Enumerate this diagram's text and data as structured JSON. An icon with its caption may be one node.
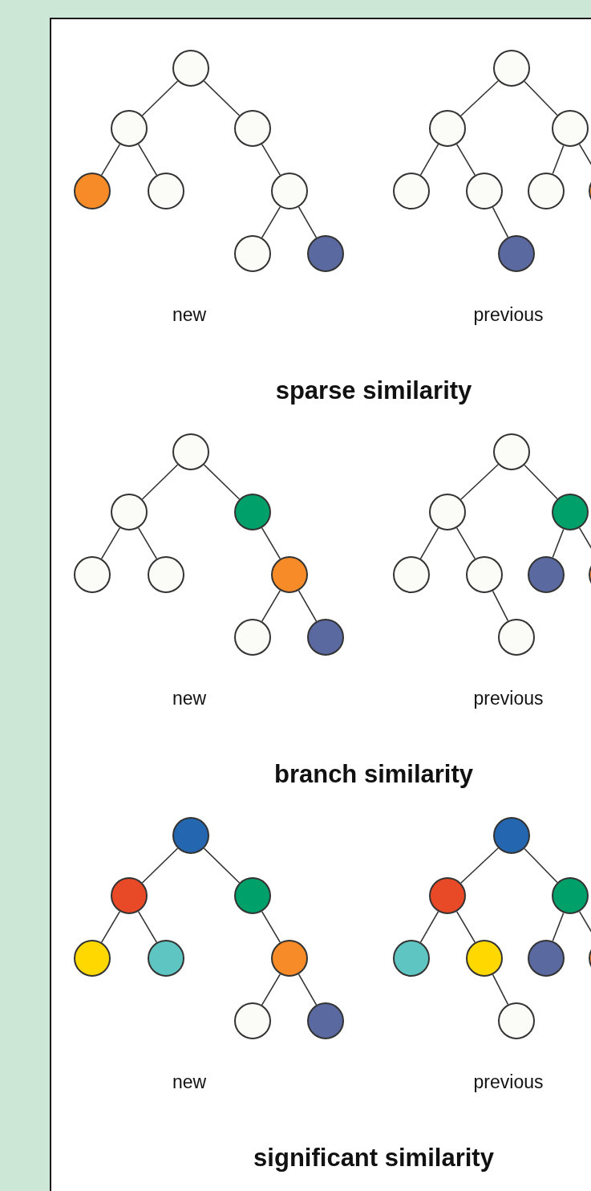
{
  "diagram": {
    "nodes": [
      {
        "text": [],
        "shape": "circle"
      },
      {
        "text": [],
        "shape": "circle"
      },
      {
        "text": [],
        "shape": "circle"
      },
      {
        "text": [],
        "shape": "circle"
      },
      {
        "text": [],
        "shape": "circle"
      },
      {
        "text": [],
        "shape": "circle"
      },
      {
        "text": [],
        "shape": "circle"
      },
      {
        "text": [],
        "shape": "circle"
      },
      {
        "text": [],
        "shape": "circle"
      },
      {
        "text": [],
        "shape": "circle"
      },
      {
        "text": [],
        "shape": "circle"
      },
      {
        "text": [],
        "shape": "circle"
      },
      {
        "text": [],
        "shape": "circle"
      },
      {
        "text": [],
        "shape": "circle"
      },
      {
        "text": [],
        "shape": "circle"
      },
      {
        "text": [],
        "shape": "circle"
      },
      {
        "text": [],
        "shape": "circle"
      },
      {
        "text": [],
        "shape": "circle"
      },
      {
        "text": [],
        "shape": "circle"
      },
      {
        "text": [],
        "shape": "circle"
      },
      {
        "text": [],
        "shape": "circle"
      },
      {
        "text": [],
        "shape": "circle"
      },
      {
        "text": [],
        "shape": "circle"
      },
      {
        "text": [],
        "shape": "circle"
      },
      {
        "text": [],
        "shape": "circle"
      },
      {
        "text": [],
        "shape": "circle"
      },
      {
        "text": [],
        "shape": "circle"
      },
      {
        "text": [],
        "shape": "circle"
      },
      {
        "text": [],
        "shape": "circle"
      },
      {
        "text": [],
        "shape": "circle"
      },
      {
        "text": [],
        "shape": "circle"
      },
      {
        "text": [],
        "shape": "circle"
      },
      {
        "text": [],
        "shape": "circle"
      },
      {
        "text": [],
        "shape": "circle"
      },
      {
        "text": [],
        "shape": "circle"
      },
      {
        "text": [],
        "shape": "circle"
      },
      {
        "text": [],
        "shape": "circle"
      },
      {
        "text": [],
        "shape": "circle"
      },
      {
        "text": [],
        "shape": "circle"
      },
      {
        "text": [],
        "shape": "circle"
      },
      {
        "text": [],
        "shape": "circle"
      },
      {
        "text": [],
        "shape": "circle"
      },
      {
        "text": [],
        "shape": "circle"
      },
      {
        "text": [],
        "shape": "circle"
      },
      {
        "text": [],
        "shape": "circle"
      },
      {
        "text": [],
        "shape": "circle"
      },
      {
        "text": [],
        "shape": "circle"
      },
      {
        "text": [],
        "shape": "circle"
      }
    ],
    "edges": [
      {
        "from": 0,
        "to": 1,
        "arrow": "none"
      },
      {
        "from": 0,
        "to": 2,
        "arrow": "none"
      },
      {
        "from": 1,
        "to": 3,
        "arrow": "none"
      },
      {
        "from": 1,
        "to": 4,
        "arrow": "none"
      },
      {
        "from": 2,
        "to": 5,
        "arrow": "none"
      },
      {
        "from": 5,
        "to": 6,
        "arrow": "none"
      },
      {
        "from": 5,
        "to": 7,
        "arrow": "none"
      },
      {
        "from": 8,
        "to": 9,
        "arrow": "none"
      },
      {
        "from": 8,
        "to": 10,
        "arrow": "none"
      },
      {
        "from": 9,
        "to": 11,
        "arrow": "none"
      },
      {
        "from": 9,
        "to": 12,
        "arrow": "none"
      },
      {
        "from": 10,
        "to": 13,
        "arrow": "none"
      },
      {
        "from": 10,
        "to": 14,
        "arrow": "none"
      },
      {
        "from": 12,
        "to": 15,
        "arrow": "none"
      },
      {
        "from": 16,
        "to": 17,
        "arrow": "none"
      },
      {
        "from": 16,
        "to": 18,
        "arrow": "none"
      },
      {
        "from": 17,
        "to": 19,
        "arrow": "none"
      },
      {
        "from": 17,
        "to": 20,
        "arrow": "none"
      },
      {
        "from": 18,
        "to": 21,
        "arrow": "none"
      },
      {
        "from": 21,
        "to": 22,
        "arrow": "none"
      },
      {
        "from": 21,
        "to": 23,
        "arrow": "none"
      },
      {
        "from": 24,
        "to": 25,
        "arrow": "none"
      },
      {
        "from": 24,
        "to": 26,
        "arrow": "none"
      },
      {
        "from": 25,
        "to": 27,
        "arrow": "none"
      },
      {
        "from": 25,
        "to": 28,
        "arrow": "none"
      },
      {
        "from": 26,
        "to": 29,
        "arrow": "none"
      },
      {
        "from": 26,
        "to": 30,
        "arrow": "none"
      },
      {
        "from": 28,
        "to": 31,
        "arrow": "none"
      },
      {
        "from": 32,
        "to": 33,
        "arrow": "none"
      },
      {
        "from": 32,
        "to": 34,
        "arrow": "none"
      },
      {
        "from": 33,
        "to": 35,
        "arrow": "none"
      },
      {
        "from": 33,
        "to": 36,
        "arrow": "none"
      },
      {
        "from": 34,
        "to": 37,
        "arrow": "none"
      },
      {
        "from": 37,
        "to": 38,
        "arrow": "none"
      },
      {
        "from": 37,
        "to": 39,
        "arrow": "none"
      },
      {
        "from": 40,
        "to": 41,
        "arrow": "none"
      },
      {
        "from": 40,
        "to": 42,
        "arrow": "none"
      },
      {
        "from": 41,
        "to": 43,
        "arrow": "none"
      },
      {
        "from": 41,
        "to": 44,
        "arrow": "none"
      },
      {
        "from": 42,
        "to": 45,
        "arrow": "none"
      },
      {
        "from": 42,
        "to": 46,
        "arrow": "none"
      },
      {
        "from": 44,
        "to": 47,
        "arrow": "none"
      }
    ],
    "labels": [
      "new",
      "previous",
      "sparse similarity",
      "new",
      "previous",
      "branch similarity",
      "new",
      "previous",
      "significant similarity"
    ]
  }
}
